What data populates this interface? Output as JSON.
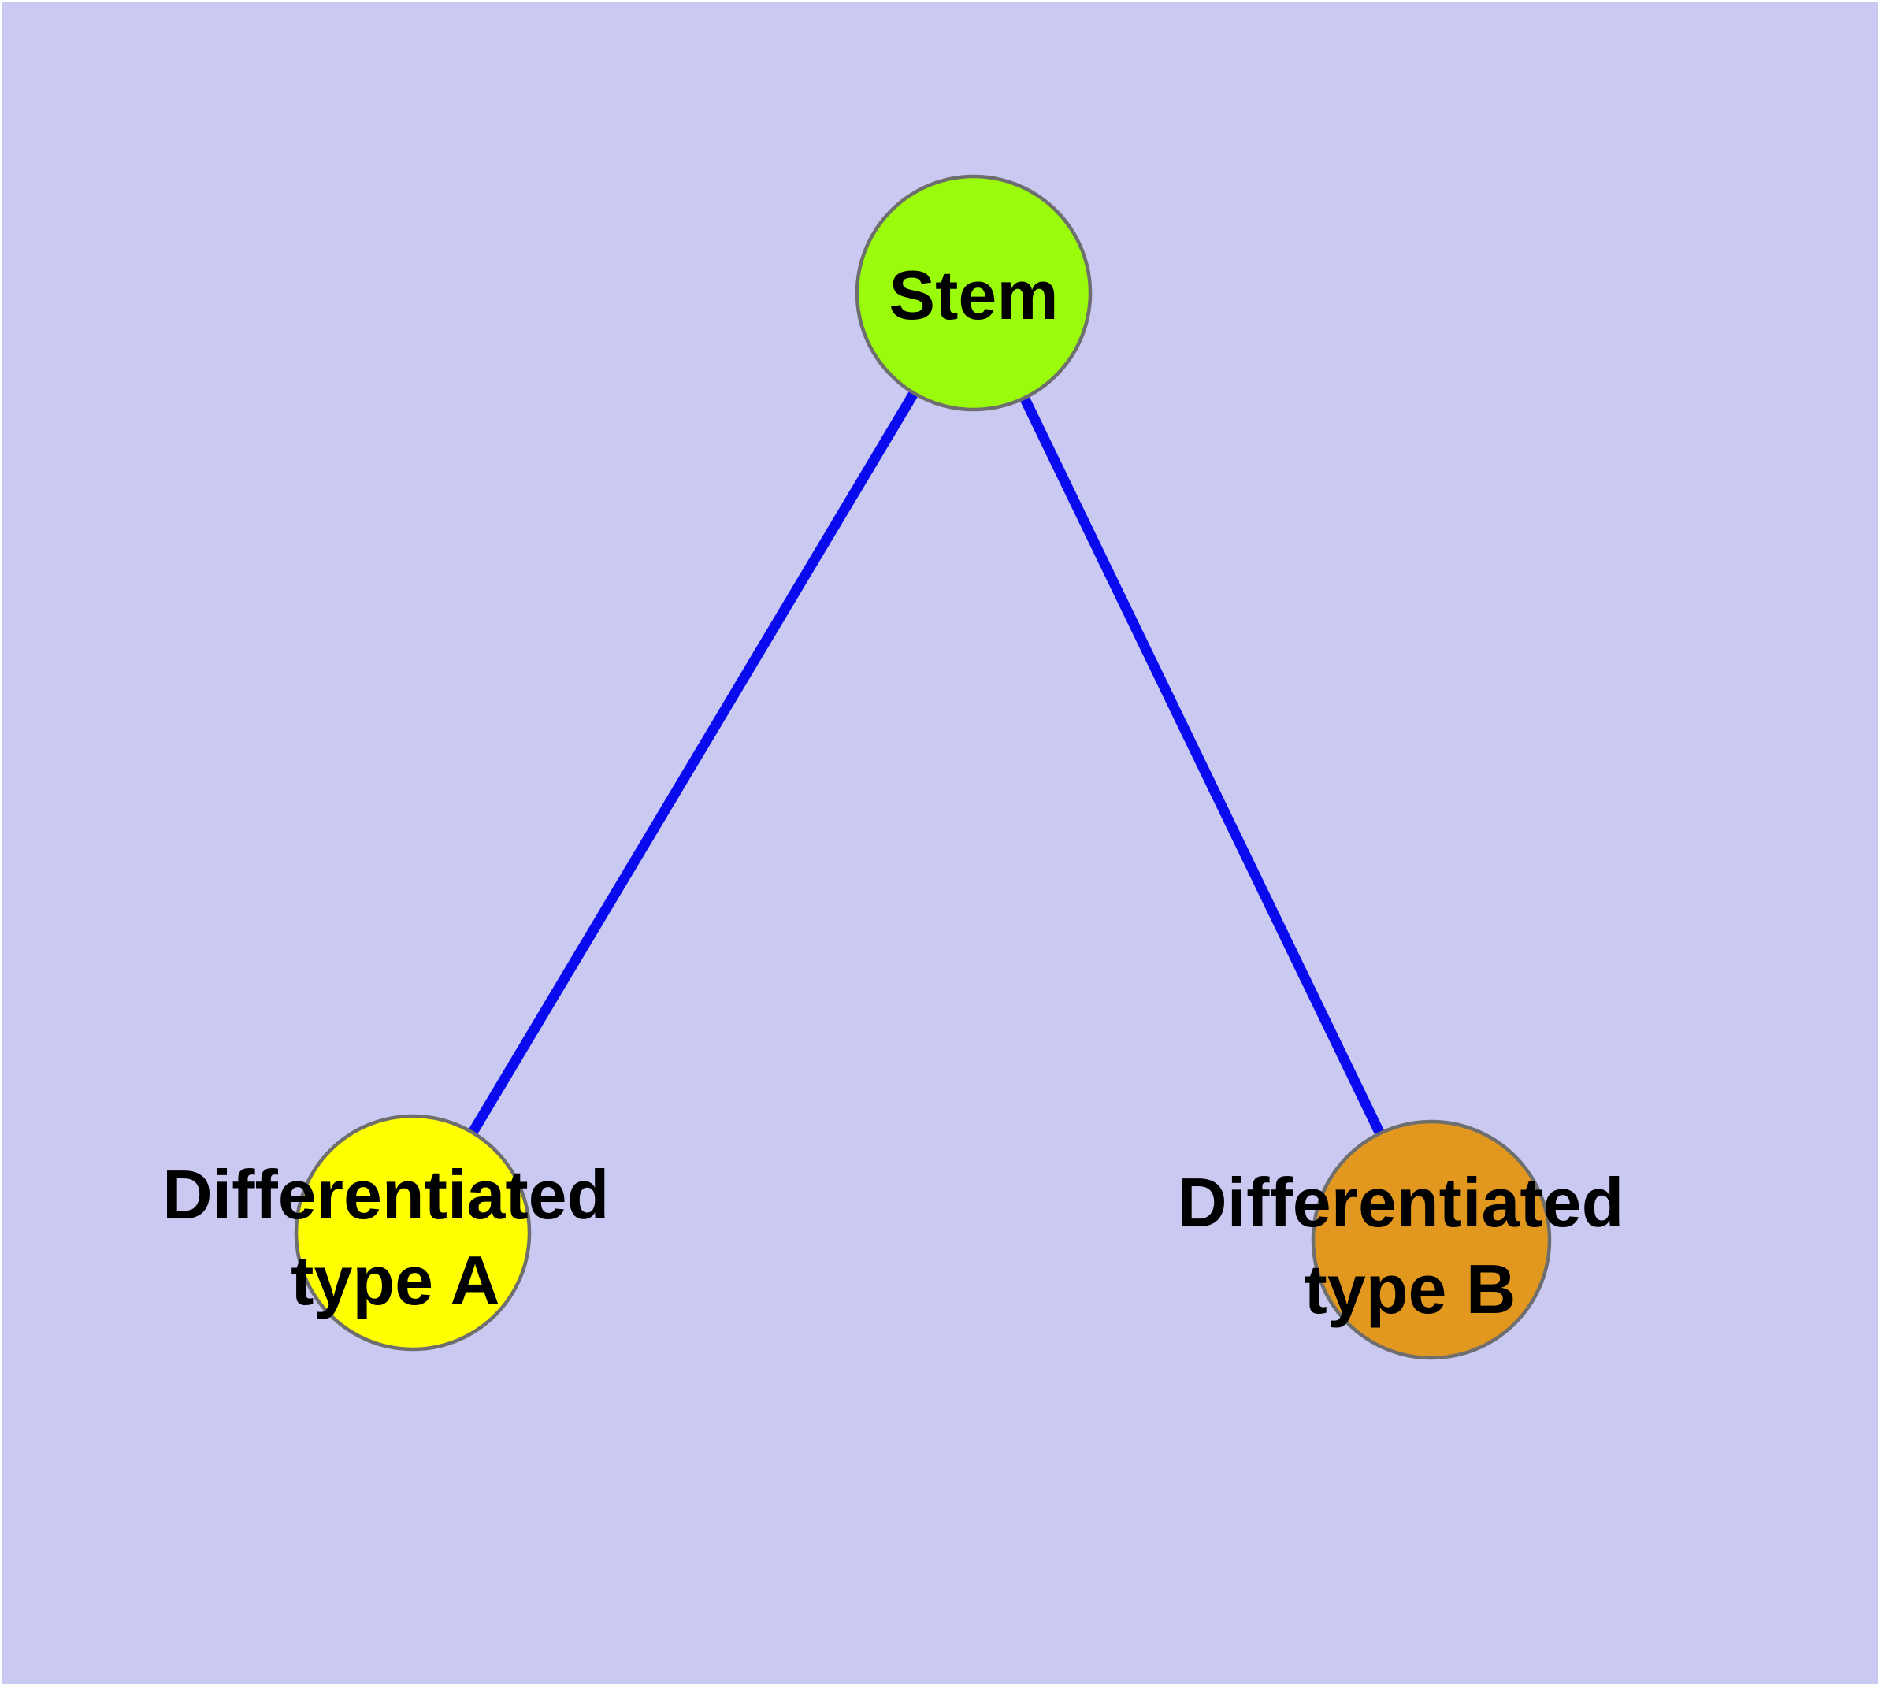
{
  "diagram": {
    "type": "graph",
    "title": "",
    "background_color": "#C9C9F2",
    "frame_color": "#FFFFFF",
    "node_border_color": "#6E6E6E",
    "edge_color": "#0A0AEE",
    "text_color": "#000000",
    "nodes": {
      "stem": {
        "label": "Stem",
        "color": "#9AFB0A"
      },
      "type_a": {
        "label": "Differentiated type A",
        "label_line1": "Differentiated",
        "label_line2": "type A",
        "color": "#FFFF00"
      },
      "type_b": {
        "label": "Differentiated type B",
        "label_line1": "Differentiated",
        "label_line2": "type B",
        "color": "#E2981E"
      }
    },
    "edges": [
      {
        "source": "Stem",
        "target": "Differentiated type A"
      },
      {
        "source": "Stem",
        "target": "Differentiated type B"
      }
    ]
  }
}
